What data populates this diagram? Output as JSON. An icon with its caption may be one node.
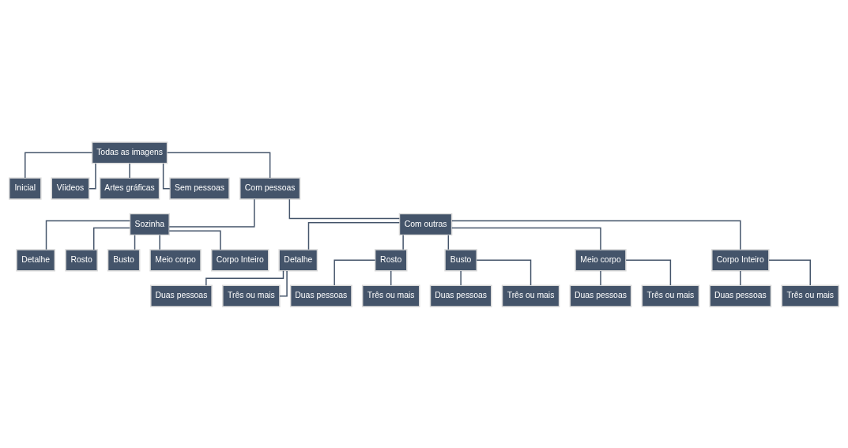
{
  "diagram": {
    "nodes": [
      {
        "text": [
          "Todas as imagens"
        ]
      },
      {
        "text": [
          "Inicial"
        ]
      },
      {
        "text": [
          "Víideos"
        ]
      },
      {
        "text": [
          "Artes gráficas"
        ]
      },
      {
        "text": [
          "Sem pessoas"
        ]
      },
      {
        "text": [
          "Com pessoas"
        ]
      },
      {
        "text": [
          "Sozinha"
        ]
      },
      {
        "text": [
          "Com outras"
        ]
      },
      {
        "text": [
          "Detalhe"
        ]
      },
      {
        "text": [
          "Rosto"
        ]
      },
      {
        "text": [
          "Busto"
        ]
      },
      {
        "text": [
          "Meio corpo"
        ]
      },
      {
        "text": [
          "Corpo Inteiro"
        ]
      },
      {
        "text": [
          "Detalhe"
        ]
      },
      {
        "text": [
          "Rosto"
        ]
      },
      {
        "text": [
          "Busto"
        ]
      },
      {
        "text": [
          "Meio corpo"
        ]
      },
      {
        "text": [
          "Corpo Inteiro"
        ]
      },
      {
        "text": [
          "Duas pessoas"
        ]
      },
      {
        "text": [
          "Três ou mais"
        ]
      },
      {
        "text": [
          "Duas pessoas"
        ]
      },
      {
        "text": [
          "Três ou mais"
        ]
      },
      {
        "text": [
          "Duas pessoas"
        ]
      },
      {
        "text": [
          "Três ou mais"
        ]
      },
      {
        "text": [
          "Duas pessoas"
        ]
      },
      {
        "text": [
          "Três ou mais"
        ]
      },
      {
        "text": [
          "Duas pessoas"
        ]
      },
      {
        "text": [
          "Três ou mais"
        ]
      }
    ],
    "edges": [
      {
        "from": 0,
        "to": 1,
        "arrow": "none"
      },
      {
        "from": 0,
        "to": 2,
        "arrow": "none"
      },
      {
        "from": 0,
        "to": 3,
        "arrow": "none"
      },
      {
        "from": 0,
        "to": 4,
        "arrow": "none"
      },
      {
        "from": 0,
        "to": 5,
        "arrow": "none"
      },
      {
        "from": 5,
        "to": 6,
        "arrow": "none"
      },
      {
        "from": 5,
        "to": 7,
        "arrow": "none"
      },
      {
        "from": 6,
        "to": 8,
        "arrow": "none"
      },
      {
        "from": 6,
        "to": 9,
        "arrow": "none"
      },
      {
        "from": 6,
        "to": 10,
        "arrow": "none"
      },
      {
        "from": 6,
        "to": 11,
        "arrow": "none"
      },
      {
        "from": 6,
        "to": 12,
        "arrow": "none"
      },
      {
        "from": 7,
        "to": 13,
        "arrow": "none"
      },
      {
        "from": 7,
        "to": 14,
        "arrow": "none"
      },
      {
        "from": 7,
        "to": 15,
        "arrow": "none"
      },
      {
        "from": 7,
        "to": 16,
        "arrow": "none"
      },
      {
        "from": 7,
        "to": 17,
        "arrow": "none"
      },
      {
        "from": 13,
        "to": 18,
        "arrow": "none"
      },
      {
        "from": 13,
        "to": 19,
        "arrow": "none"
      },
      {
        "from": 14,
        "to": 20,
        "arrow": "none"
      },
      {
        "from": 14,
        "to": 21,
        "arrow": "none"
      },
      {
        "from": 15,
        "to": 22,
        "arrow": "none"
      },
      {
        "from": 15,
        "to": 23,
        "arrow": "none"
      },
      {
        "from": 16,
        "to": 24,
        "arrow": "none"
      },
      {
        "from": 16,
        "to": 25,
        "arrow": "none"
      },
      {
        "from": 17,
        "to": 26,
        "arrow": "none"
      },
      {
        "from": 17,
        "to": 27,
        "arrow": "none"
      }
    ]
  }
}
